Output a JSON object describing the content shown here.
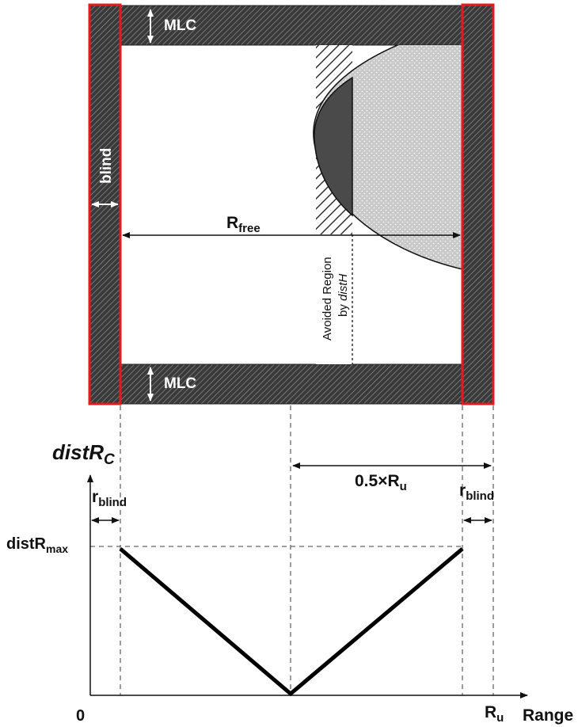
{
  "diagram": {
    "top": {
      "mlc_top_label": "MLC",
      "mlc_bottom_label": "MLC",
      "blind_label": "blind",
      "rfree_main": "R",
      "rfree_sub": "free",
      "avoided_line1": "Avoided Region",
      "avoided_line2_prefix": "by ",
      "avoided_line2_italic": "distH"
    },
    "bottom": {
      "y_axis_main": "distR",
      "y_axis_sub": "C",
      "rblind_left_main": "r",
      "rblind_left_sub": "blind",
      "rblind_right_main": "r",
      "rblind_right_sub": "blind",
      "half_ru_main": "0.5×R",
      "half_ru_sub": "u",
      "distrmax_main": "distR",
      "distrmax_sub": "max",
      "origin_label": "0",
      "ru_main": "R",
      "ru_sub": "u",
      "x_axis_label": "Range"
    },
    "colors": {
      "hatch_dark": "#3a3a3a",
      "border_red": "#e8191c",
      "dotted_fill": "#c9c9c9",
      "dark_cap": "#4a4a4a"
    }
  }
}
